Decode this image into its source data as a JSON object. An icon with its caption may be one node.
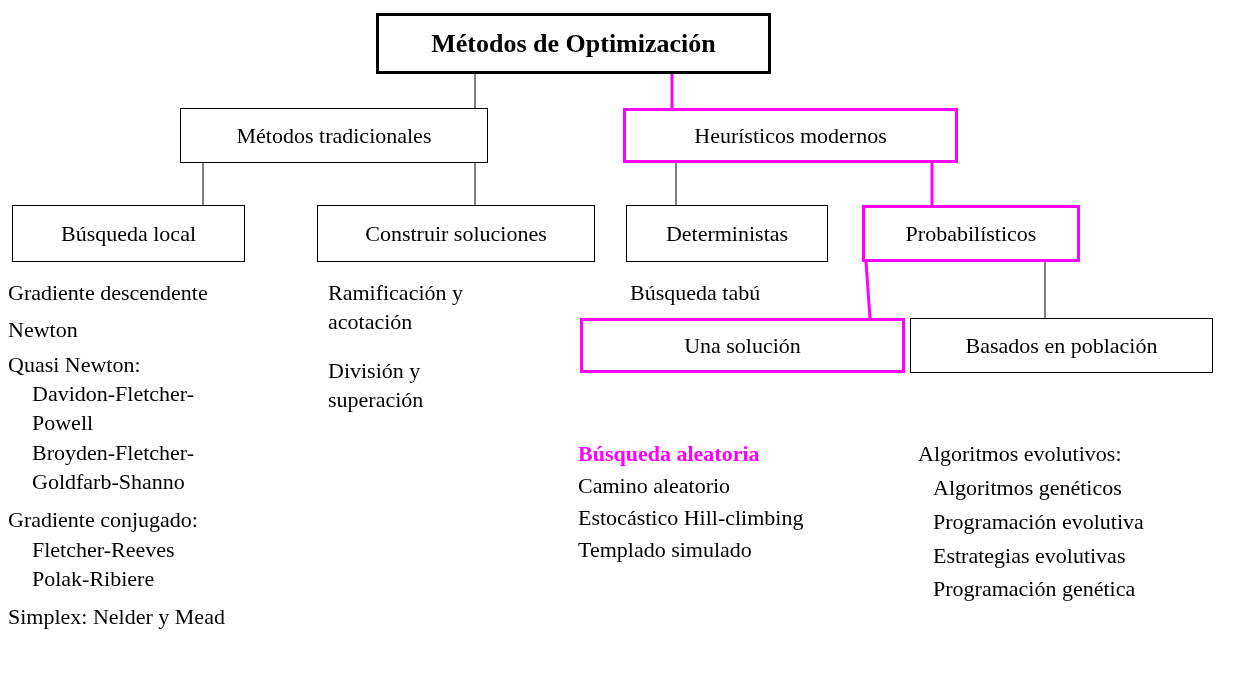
{
  "diagram": {
    "nodes": [
      {
        "text": [
          "Métodos de Optimización"
        ]
      },
      {
        "text": [
          "Métodos tradicionales"
        ]
      },
      {
        "text": [
          "Heurísticos modernos"
        ]
      },
      {
        "text": [
          "Búsqueda local"
        ],
        "beside": [
          "Gradiente descendente",
          "Newton",
          "Quasi Newton:",
          "Davidon-Fletcher-Powell",
          "Broyden-Fletcher-Goldfarb-Shanno",
          "Gradiente conjugado:",
          "Fletcher-Reeves",
          "Polak-Ribiere",
          "Simplex: Nelder y Mead"
        ]
      },
      {
        "text": [
          "Construir soluciones"
        ],
        "beside": [
          "Ramificación y acotación",
          "División y superación"
        ]
      },
      {
        "text": [
          "Deterministas"
        ],
        "beside": [
          "Búsqueda tabú"
        ]
      },
      {
        "text": [
          "Probabilísticos"
        ]
      },
      {
        "text": [
          "Una solución"
        ],
        "beside": [
          "Búsqueda aleatoria",
          "Camino aleatorio",
          "Estocástico Hill-climbing",
          "Templado simulado"
        ]
      },
      {
        "text": [
          "Basados en población"
        ],
        "beside": [
          "Algoritmos evolutivos:",
          "Algoritmos genéticos",
          "Programación evolutiva",
          "Estrategias evolutivas",
          "Programación genética"
        ]
      }
    ],
    "edges": [
      {
        "from": 0,
        "to": 1,
        "arrow": "none"
      },
      {
        "from": 0,
        "to": 2,
        "arrow": "none",
        "style": "thick",
        "color": "#ff00ff"
      },
      {
        "from": 1,
        "to": 3,
        "arrow": "none"
      },
      {
        "from": 1,
        "to": 4,
        "arrow": "none"
      },
      {
        "from": 2,
        "to": 5,
        "arrow": "none"
      },
      {
        "from": 2,
        "to": 6,
        "arrow": "none",
        "style": "thick",
        "color": "#ff00ff"
      },
      {
        "from": 6,
        "to": 7,
        "arrow": "none",
        "style": "thick",
        "color": "#ff00ff"
      },
      {
        "from": 6,
        "to": 8,
        "arrow": "none"
      }
    ]
  }
}
